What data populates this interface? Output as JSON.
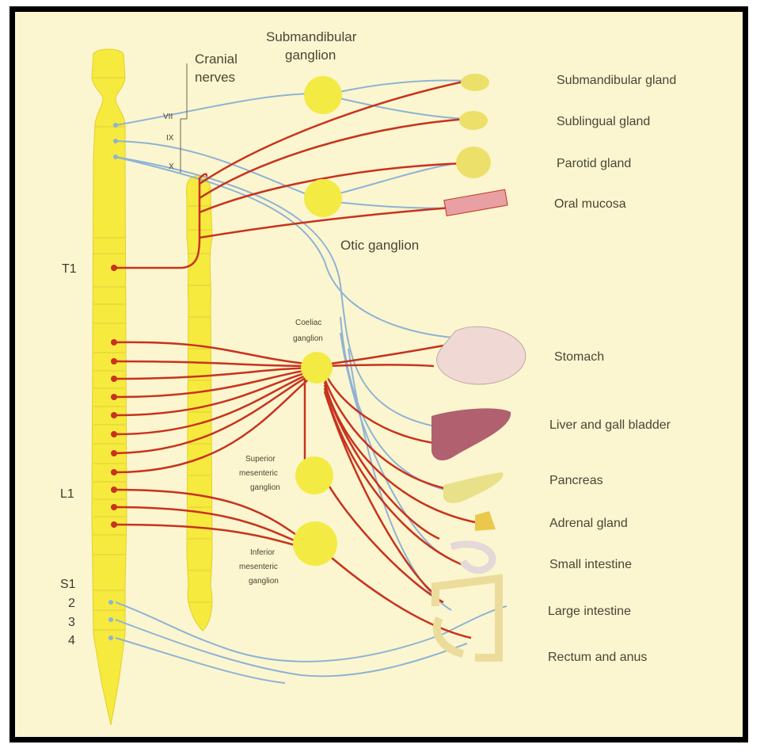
{
  "labels": {
    "cranial_nerves_1": "Cranial",
    "cranial_nerves_2": "nerves",
    "submandibular_ganglion_1": "Submandibular",
    "submandibular_ganglion_2": "ganglion",
    "otic_ganglion": "Otic ganglion",
    "coeliac_ganglion_1": "Coeliac",
    "coeliac_ganglion_2": "ganglion",
    "superior_mesenteric_1": "Superior",
    "superior_mesenteric_2": "mesenteric",
    "superior_mesenteric_3": "ganglion",
    "inferior_mesenteric_1": "Inferior",
    "inferior_mesenteric_2": "mesenteric",
    "inferior_mesenteric_3": "ganglion"
  },
  "nerves": [
    "VII",
    "IX",
    "X"
  ],
  "segments": {
    "t1": "T1",
    "l1": "L1",
    "s1": "S1",
    "s2": "2",
    "s3": "3",
    "s4": "4"
  },
  "organs": [
    "Submandibular gland",
    "Sublingual gland",
    "Parotid gland",
    "Oral mucosa",
    "Stomach",
    "Liver and gall bladder",
    "Pancreas",
    "Adrenal gland",
    "Small intestine",
    "Large intestine",
    "Rectum and anus"
  ],
  "colors": {
    "background": "#fbf6cf",
    "spinal_cord": "#f6ea3e",
    "sympathetic": "#c8321e",
    "parasympathetic": "#8fb2d6",
    "ganglion": "#f3ea44"
  }
}
